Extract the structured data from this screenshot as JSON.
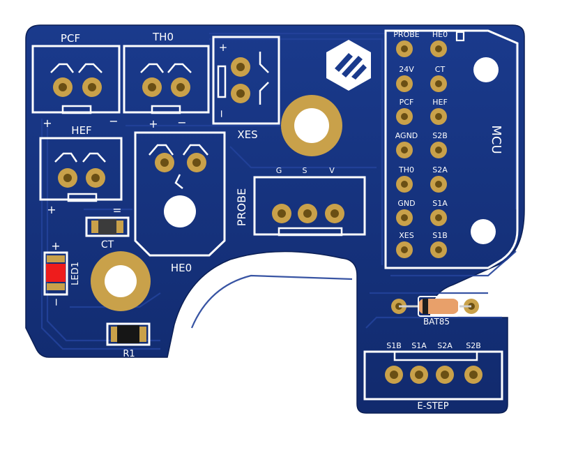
{
  "board": {
    "colors": {
      "soldermask": "#14307a",
      "trace": "#213f91",
      "silkscreen": "#ffffff",
      "pad_copper": "#c9a14a",
      "pad_hole": "#6a4f14",
      "background": "#ffffff"
    },
    "connectors": {
      "pcf": {
        "label": "PCF",
        "plus": "+",
        "minus": "−"
      },
      "th0": {
        "label": "TH0",
        "plus": "+",
        "minus": "−"
      },
      "hef": {
        "label": "HEF",
        "plus": "+",
        "minus": "−"
      },
      "xes": {
        "label": "XES",
        "plus": "+",
        "minus": "−"
      },
      "he0": {
        "label": "HE0"
      },
      "probe": {
        "label": "PROBE",
        "pins": [
          "G",
          "S",
          "V"
        ]
      },
      "estep": {
        "label": "E-STEP",
        "pins": [
          "S1B",
          "S1A",
          "S2A",
          "S2B"
        ]
      }
    },
    "mcu": {
      "label": "MCU",
      "left_pins": [
        "PROBE",
        "24V",
        "PCF",
        "AGND",
        "TH0",
        "GND",
        "XES"
      ],
      "right_pins": [
        "HE0",
        "CT",
        "HEF",
        "S2B",
        "S2A",
        "S1A",
        "S1B"
      ]
    },
    "components": {
      "ct": {
        "label": "CT",
        "minus": "−"
      },
      "led": {
        "label": "LED1",
        "plus": "+",
        "minus": "−"
      },
      "resistor": {
        "label": "R1"
      },
      "diode": {
        "label": "BAT85"
      }
    },
    "logo_icon": "hexagon-slash-logo"
  }
}
